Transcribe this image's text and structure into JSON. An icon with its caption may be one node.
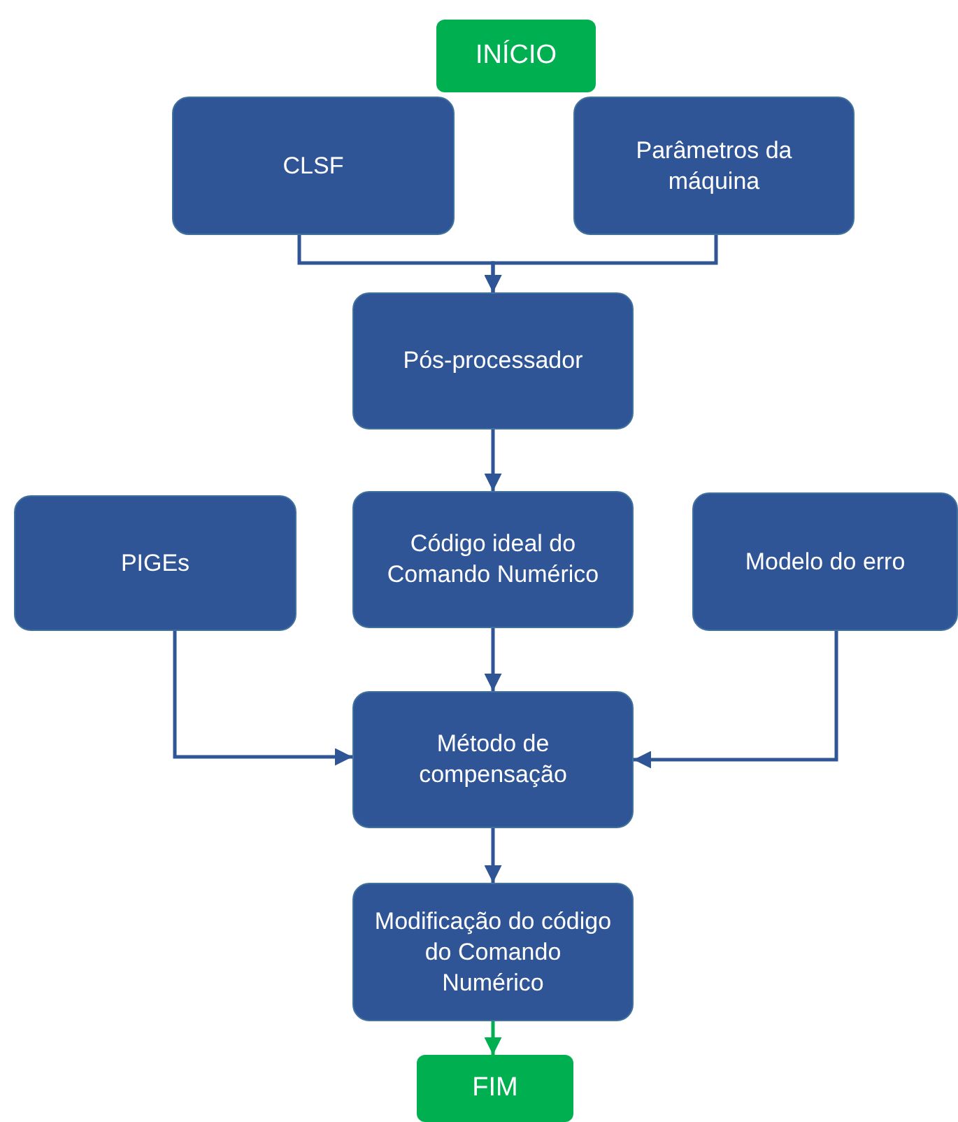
{
  "diagram": {
    "nodes": [
      {
        "text": [
          "INÍCIO"
        ]
      },
      {
        "text": [
          "CLSF"
        ]
      },
      {
        "text": [
          "Parâmetros da máquina"
        ]
      },
      {
        "text": [
          "Pós-processador"
        ]
      },
      {
        "text": [
          "PIGEs"
        ]
      },
      {
        "text": [
          "Código ideal do Comando Numérico"
        ]
      },
      {
        "text": [
          "Modelo do erro"
        ]
      },
      {
        "text": [
          "Método de compensação"
        ]
      },
      {
        "text": [
          "Modificação do código do Comando Numérico"
        ]
      },
      {
        "text": [
          "FIM"
        ]
      }
    ],
    "edges": [
      {
        "from": 1,
        "to": 3,
        "arrow": "to"
      },
      {
        "from": 2,
        "to": 3,
        "arrow": "to"
      },
      {
        "from": 3,
        "to": 5,
        "arrow": "to"
      },
      {
        "from": 5,
        "to": 7,
        "arrow": "to"
      },
      {
        "from": 4,
        "to": 7,
        "arrow": "to"
      },
      {
        "from": 6,
        "to": 7,
        "arrow": "to"
      },
      {
        "from": 7,
        "to": 8,
        "arrow": "to"
      },
      {
        "from": 8,
        "to": 9,
        "arrow": "to",
        "color": "#00b050"
      }
    ]
  }
}
